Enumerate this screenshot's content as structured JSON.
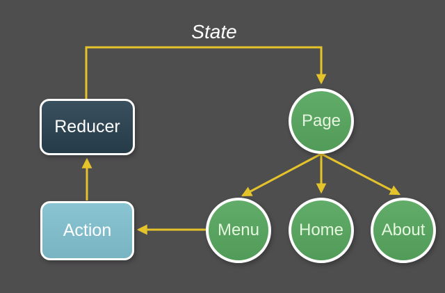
{
  "diagram": {
    "state_label": "State",
    "nodes": {
      "reducer": {
        "label": "Reducer",
        "shape": "rect"
      },
      "action": {
        "label": "Action",
        "shape": "rect"
      },
      "page": {
        "label": "Page",
        "shape": "circle"
      },
      "menu": {
        "label": "Menu",
        "shape": "circle"
      },
      "home": {
        "label": "Home",
        "shape": "circle"
      },
      "about": {
        "label": "About",
        "shape": "circle"
      }
    },
    "edges": [
      {
        "from": "reducer",
        "to": "page",
        "label": "State"
      },
      {
        "from": "page",
        "to": "menu",
        "label": ""
      },
      {
        "from": "page",
        "to": "home",
        "label": ""
      },
      {
        "from": "page",
        "to": "about",
        "label": ""
      },
      {
        "from": "menu",
        "to": "action",
        "label": ""
      },
      {
        "from": "action",
        "to": "reducer",
        "label": ""
      }
    ],
    "colors": {
      "background": "#4f4e4f",
      "arrow": "#e5c32b",
      "reducer_fill": "#2b4352",
      "action_fill": "#80bfce",
      "circle_fill": "#58a760",
      "node_border": "#ffffff",
      "box_text": "#ffffff",
      "circle_text": "#e6f7e0",
      "state_text": "#ffffff"
    }
  }
}
